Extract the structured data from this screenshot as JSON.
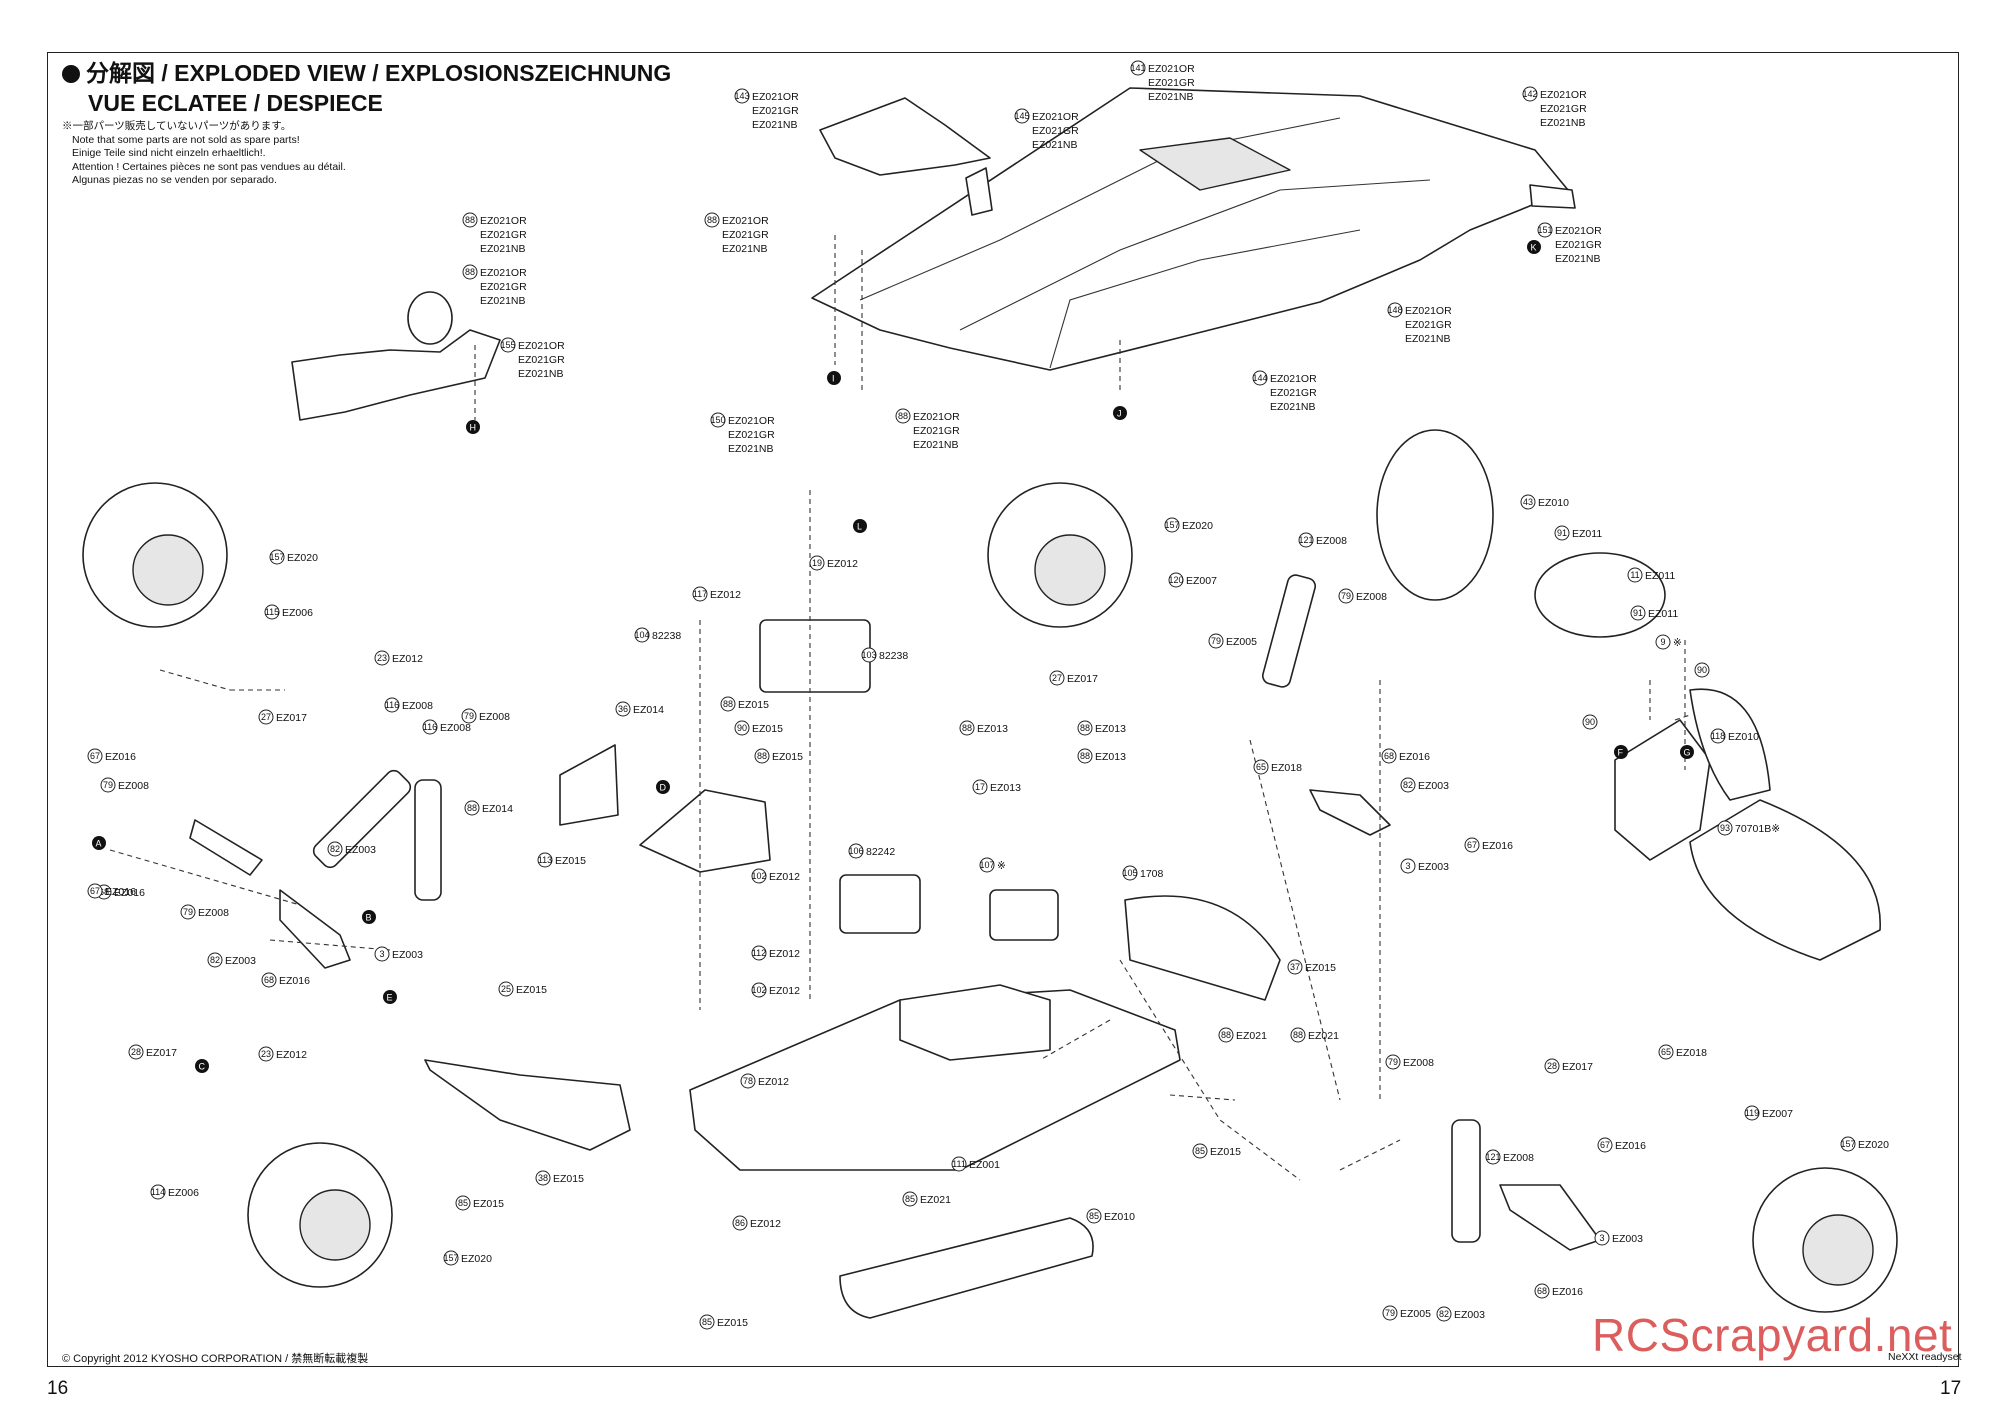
{
  "header": {
    "title_line1": "分解図 / EXPLODED VIEW / EXPLOSIONSZEICHNUNG",
    "title_line2": "VUE ECLATEE / DESPIECE",
    "notes": [
      "※一部パーツ販売していないパーツがあります。",
      "Note that some parts are not sold as spare parts!",
      "Einige Teile sind nicht einzeln erhaeltlich!.",
      "Attention ! Certaines pièces ne sont pas vendues au détail.",
      "Algunas piezas no se venden por separado."
    ]
  },
  "footer": {
    "copyright": "© Copyright 2012 KYOSHO CORPORATION / 禁無断転載複製",
    "model": "NeXXt  readyset",
    "page_left": "16",
    "page_right": "17",
    "watermark": "RCScrapyard.net"
  },
  "part_callouts": [
    {
      "n": "143",
      "codes": [
        "EZ021OR",
        "EZ021GR",
        "EZ021NB"
      ]
    },
    {
      "n": "145",
      "codes": [
        "EZ021OR",
        "EZ021GR",
        "EZ021NB"
      ]
    },
    {
      "n": "141",
      "codes": [
        "EZ021OR",
        "EZ021GR",
        "EZ021NB"
      ]
    },
    {
      "n": "142",
      "codes": [
        "EZ021OR",
        "EZ021GR",
        "EZ021NB"
      ]
    },
    {
      "n": "151",
      "codes": [
        "EZ021OR",
        "EZ021GR",
        "EZ021NB"
      ]
    },
    {
      "n": "88",
      "codes": [
        "EZ021OR",
        "EZ021GR",
        "EZ021NB"
      ]
    },
    {
      "n": "88",
      "codes": [
        "EZ021OR",
        "EZ021GR",
        "EZ021NB"
      ]
    },
    {
      "n": "88",
      "codes": [
        "EZ021OR",
        "EZ021GR",
        "EZ021NB"
      ]
    },
    {
      "n": "88",
      "codes": [
        "EZ021OR",
        "EZ021GR",
        "EZ021NB"
      ]
    },
    {
      "n": "155",
      "codes": [
        "EZ021OR",
        "EZ021GR",
        "EZ021NB"
      ]
    },
    {
      "n": "148",
      "codes": [
        "EZ021OR",
        "EZ021GR",
        "EZ021NB"
      ]
    },
    {
      "n": "144",
      "codes": [
        "EZ021OR",
        "EZ021GR",
        "EZ021NB"
      ]
    },
    {
      "n": "150",
      "codes": [
        "EZ021OR",
        "EZ021GR",
        "EZ021NB"
      ]
    },
    {
      "n": "43",
      "codes": [
        "EZ010"
      ]
    },
    {
      "n": "91",
      "codes": [
        "EZ011"
      ]
    },
    {
      "n": "11",
      "codes": [
        "EZ011"
      ]
    },
    {
      "n": "91",
      "codes": [
        "EZ011"
      ]
    },
    {
      "n": "9",
      "codes": [
        "※"
      ]
    },
    {
      "n": "90",
      "codes": []
    },
    {
      "n": "90",
      "codes": []
    },
    {
      "n": "118",
      "codes": [
        "EZ010"
      ]
    },
    {
      "n": "93",
      "codes": [
        "70701B※"
      ]
    },
    {
      "n": "157",
      "codes": [
        "EZ020"
      ]
    },
    {
      "n": "157",
      "codes": [
        "EZ020"
      ]
    },
    {
      "n": "157",
      "codes": [
        "EZ020"
      ]
    },
    {
      "n": "157",
      "codes": [
        "EZ020"
      ]
    },
    {
      "n": "121",
      "codes": [
        "EZ008"
      ]
    },
    {
      "n": "79",
      "codes": [
        "EZ008"
      ]
    },
    {
      "n": "120",
      "codes": [
        "EZ007"
      ]
    },
    {
      "n": "79",
      "codes": [
        "EZ005"
      ]
    },
    {
      "n": "27",
      "codes": [
        "EZ017"
      ]
    },
    {
      "n": "65",
      "codes": [
        "EZ018"
      ]
    },
    {
      "n": "88",
      "codes": [
        "EZ013"
      ]
    },
    {
      "n": "88",
      "codes": [
        "EZ013"
      ]
    },
    {
      "n": "88",
      "codes": [
        "EZ013"
      ]
    },
    {
      "n": "17",
      "codes": [
        "EZ013"
      ]
    },
    {
      "n": "107",
      "codes": [
        "※"
      ]
    },
    {
      "n": "105",
      "codes": [
        "1708"
      ]
    },
    {
      "n": "106",
      "codes": [
        "82242"
      ]
    },
    {
      "n": "68",
      "codes": [
        "EZ016"
      ]
    },
    {
      "n": "82",
      "codes": [
        "EZ003"
      ]
    },
    {
      "n": "67",
      "codes": [
        "EZ016"
      ]
    },
    {
      "n": "3",
      "codes": [
        "EZ003"
      ]
    },
    {
      "n": "37",
      "codes": [
        "EZ015"
      ]
    },
    {
      "n": "88",
      "codes": [
        "EZ021"
      ]
    },
    {
      "n": "88",
      "codes": [
        "EZ021"
      ]
    },
    {
      "n": "19",
      "codes": [
        "EZ012"
      ]
    },
    {
      "n": "117",
      "codes": [
        "EZ012"
      ]
    },
    {
      "n": "104",
      "codes": [
        "82238"
      ]
    },
    {
      "n": "103",
      "codes": [
        "82238"
      ]
    },
    {
      "n": "88",
      "codes": [
        "EZ015"
      ]
    },
    {
      "n": "90",
      "codes": [
        "EZ015"
      ]
    },
    {
      "n": "88",
      "codes": [
        "EZ015"
      ]
    },
    {
      "n": "113",
      "codes": [
        "EZ015"
      ]
    },
    {
      "n": "102",
      "codes": [
        "EZ012"
      ]
    },
    {
      "n": "112",
      "codes": [
        "EZ012"
      ]
    },
    {
      "n": "102",
      "codes": [
        "EZ012"
      ]
    },
    {
      "n": "78",
      "codes": [
        "EZ012"
      ]
    },
    {
      "n": "115",
      "codes": [
        "EZ006"
      ]
    },
    {
      "n": "23",
      "codes": [
        "EZ012"
      ]
    },
    {
      "n": "27",
      "codes": [
        "EZ017"
      ]
    },
    {
      "n": "116",
      "codes": [
        "EZ008"
      ]
    },
    {
      "n": "116",
      "codes": [
        "EZ008"
      ]
    },
    {
      "n": "79",
      "codes": [
        "EZ008"
      ]
    },
    {
      "n": "36",
      "codes": [
        "EZ014"
      ]
    },
    {
      "n": "88",
      "codes": [
        "EZ014"
      ]
    },
    {
      "n": "67",
      "codes": [
        "EZ016"
      ]
    },
    {
      "n": "79",
      "codes": [
        "EZ008"
      ]
    },
    {
      "n": "82",
      "codes": [
        "EZ003"
      ]
    },
    {
      "n": "68",
      "codes": [
        "EZ016"
      ]
    },
    {
      "n": "67",
      "codes": [
        "EZ016"
      ]
    },
    {
      "n": "79",
      "codes": [
        "EZ008"
      ]
    },
    {
      "n": "82",
      "codes": [
        "EZ003"
      ]
    },
    {
      "n": "68",
      "codes": [
        "EZ016"
      ]
    },
    {
      "n": "3",
      "codes": [
        "EZ003"
      ]
    },
    {
      "n": "28",
      "codes": [
        "EZ017"
      ]
    },
    {
      "n": "23",
      "codes": [
        "EZ012"
      ]
    },
    {
      "n": "114",
      "codes": [
        "EZ006"
      ]
    },
    {
      "n": "25",
      "codes": [
        "EZ015"
      ]
    },
    {
      "n": "85",
      "codes": [
        "EZ015"
      ]
    },
    {
      "n": "38",
      "codes": [
        "EZ015"
      ]
    },
    {
      "n": "111",
      "codes": [
        "EZ001"
      ]
    },
    {
      "n": "85",
      "codes": [
        "EZ021"
      ]
    },
    {
      "n": "86",
      "codes": [
        "EZ012"
      ]
    },
    {
      "n": "85",
      "codes": [
        "EZ015"
      ]
    },
    {
      "n": "85",
      "codes": [
        "EZ015"
      ]
    },
    {
      "n": "85",
      "codes": [
        "EZ010"
      ]
    },
    {
      "n": "79",
      "codes": [
        "EZ008"
      ]
    },
    {
      "n": "121",
      "codes": [
        "EZ008"
      ]
    },
    {
      "n": "3",
      "codes": [
        "EZ003"
      ]
    },
    {
      "n": "68",
      "codes": [
        "EZ016"
      ]
    },
    {
      "n": "79",
      "codes": [
        "EZ005"
      ]
    },
    {
      "n": "82",
      "codes": [
        "EZ003"
      ]
    },
    {
      "n": "28",
      "codes": [
        "EZ017"
      ]
    },
    {
      "n": "65",
      "codes": [
        "EZ018"
      ]
    },
    {
      "n": "119",
      "codes": [
        "EZ007"
      ]
    },
    {
      "n": "67",
      "codes": [
        "EZ016"
      ]
    }
  ],
  "assembly_markers": [
    "A",
    "B",
    "C",
    "D",
    "E",
    "F",
    "G",
    "H",
    "I",
    "J",
    "K",
    "L"
  ]
}
